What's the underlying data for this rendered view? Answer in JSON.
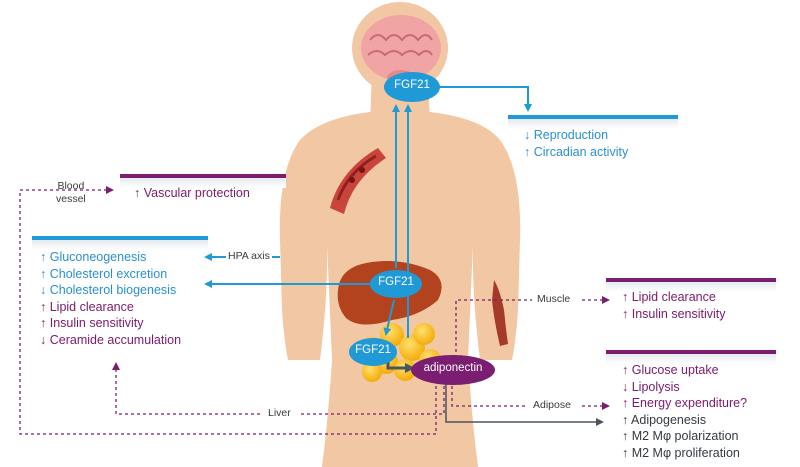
{
  "hormones": {
    "fgf21_brain": "FGF21",
    "fgf21_liver": "FGF21",
    "fgf21_adipose": "FGF21",
    "adiponectin": "adiponectin"
  },
  "labels": {
    "blood_vessel": "Blood\nvessel",
    "hpa_axis": "HPA axis",
    "muscle": "Muscle",
    "adipose": "Adipose",
    "liver": "Liver"
  },
  "effects": {
    "brain": [
      "↓ Reproduction",
      "↑ Circadian activity"
    ],
    "vascular": [
      "↑ Vascular protection"
    ],
    "liver": [
      "↑ Gluconeogenesis",
      "↑ Cholesterol excretion",
      "↓ Cholesterol biogenesis",
      "↑ Lipid clearance",
      "↑ Insulin sensitivity",
      "↓ Ceramide accumulation"
    ],
    "muscle": [
      "↑ Lipid clearance",
      "↑ Insulin sensitivity"
    ],
    "adipose": [
      "↑ Glucose uptake",
      "↓ Lipolysis",
      "↑ Energy expenditure?",
      "↑ Adipogenesis",
      "↑ M2 Mφ polarization",
      "↑ M2 Mφ proliferation"
    ]
  },
  "colors": {
    "fgf21": "#1f9ad6",
    "adiponectin": "#7b1e72",
    "body": "#f2c7a3",
    "arrow_blue": "#1f9ad6",
    "arrow_purple": "#7b1e72",
    "arrow_dark": "#4a5560"
  }
}
